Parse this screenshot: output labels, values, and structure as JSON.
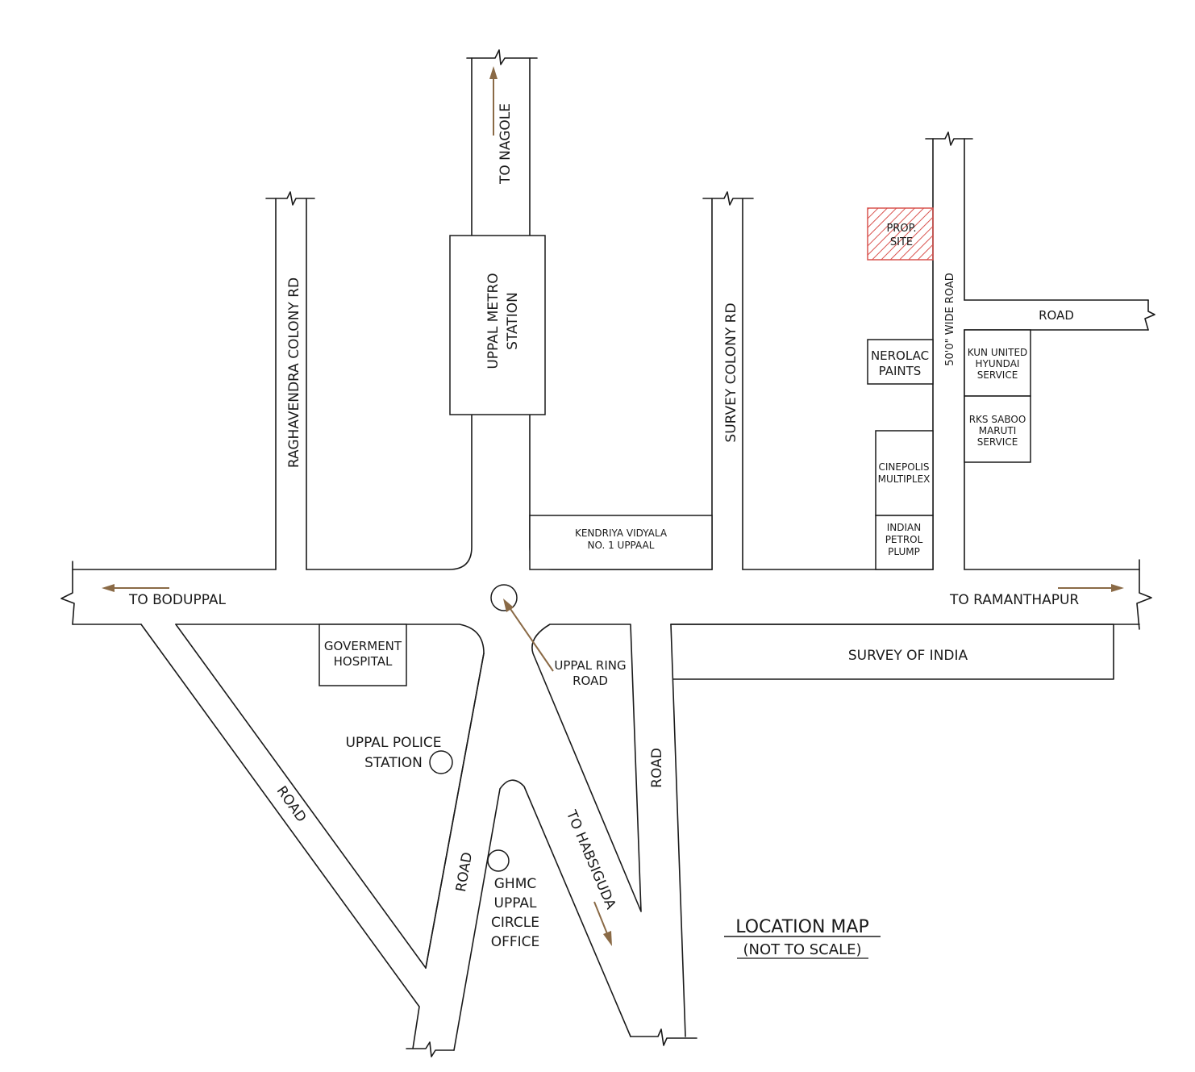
{
  "map": {
    "title": "LOCATION MAP",
    "subtitle": "(NOT TO SCALE)",
    "colors": {
      "road_line": "#1a1a1a",
      "direction_arrow": "#8a6a46",
      "site_hatch": "#d9534f"
    },
    "road_labels": {
      "to_nagole": "TO NAGOLE",
      "raghavendra": "RAGHAVENDRA COLONY RD",
      "survey_colony": "SURVEY COLONY RD",
      "wide_road": "50'0\" WIDE ROAD",
      "road_east": "ROAD",
      "to_boduppal": "TO BODUPPAL",
      "to_ramanthapur": "TO RAMANTHAPUR",
      "uppal_ring_line1": "UPPAL RING",
      "uppal_ring_line2": "ROAD",
      "road_sw": "ROAD",
      "road_mid": "ROAD",
      "road_se": "ROAD",
      "to_habsiguda": "TO HABSIGUDA"
    },
    "landmarks": {
      "metro_line1": "UPPAL METRO",
      "metro_line2": "STATION",
      "prop_line1": "PROP.",
      "prop_line2": "SITE",
      "nerolac_line1": "NEROLAC",
      "nerolac_line2": "PAINTS",
      "kun_line1": "KUN UNITED",
      "kun_line2": "HYUNDAI",
      "kun_line3": "SERVICE",
      "rks_line1": "RKS SABOO",
      "rks_line2": "MARUTI",
      "rks_line3": "SERVICE",
      "cinepolis_line1": "CINEPOLIS",
      "cinepolis_line2": "MULTIPLEX",
      "petrol_line1": "INDIAN",
      "petrol_line2": "PETROL",
      "petrol_line3": "PLUMP",
      "kv_line1": "KENDRIYA VIDYALA",
      "kv_line2": "NO. 1 UPPAAL",
      "hospital_line1": "GOVERMENT",
      "hospital_line2": "HOSPITAL",
      "survey_india": "SURVEY OF INDIA",
      "police_line1": "UPPAL POLICE",
      "police_line2": "STATION",
      "ghmc_line1": "GHMC",
      "ghmc_line2": "UPPAL",
      "ghmc_line3": "CIRCLE",
      "ghmc_line4": "OFFICE"
    }
  }
}
